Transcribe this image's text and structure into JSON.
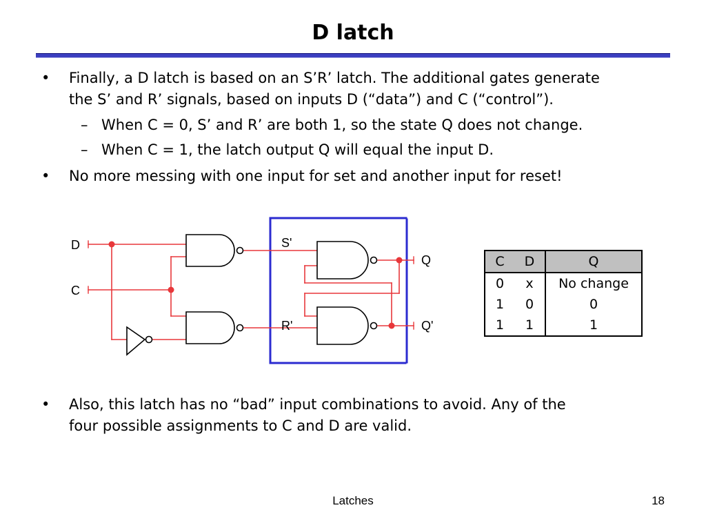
{
  "slide": {
    "title": "D latch",
    "bullets": [
      {
        "lines": [
          "Finally, a D latch is based on an S’R’ latch. The additional gates generate",
          "the S’ and R’ signals, based on inputs D (“data”) and C (“control”)."
        ],
        "sub_bullets": [
          "When C = 0, S’ and R’ are both 1, so the state Q does not change.",
          "When C = 1, the latch output Q will equal the input D."
        ]
      },
      {
        "lines": [
          "No more messing with one input for set and another input for reset!"
        ]
      },
      {
        "lines": [
          "Also, this latch has no “bad” input combinations to avoid. Any of the",
          "four possible assignments to C and D are valid."
        ]
      }
    ],
    "bullet_symbol": "•",
    "dash_symbol": "–"
  },
  "circuit": {
    "input_d": "D",
    "input_c": "C",
    "s_prime": "S'",
    "r_prime": "R'",
    "output_q": "Q",
    "output_q_prime": "Q'",
    "wire_color": "#e8373a",
    "line_color": "#000000",
    "box_color": "#2b2bd0"
  },
  "truth_table": {
    "headers": [
      "C",
      "D",
      "Q"
    ],
    "rows": [
      [
        "0",
        "x",
        "No change"
      ],
      [
        "1",
        "0",
        "0"
      ],
      [
        "1",
        "1",
        "1"
      ]
    ]
  },
  "footer": {
    "center": "Latches",
    "page": "18"
  }
}
